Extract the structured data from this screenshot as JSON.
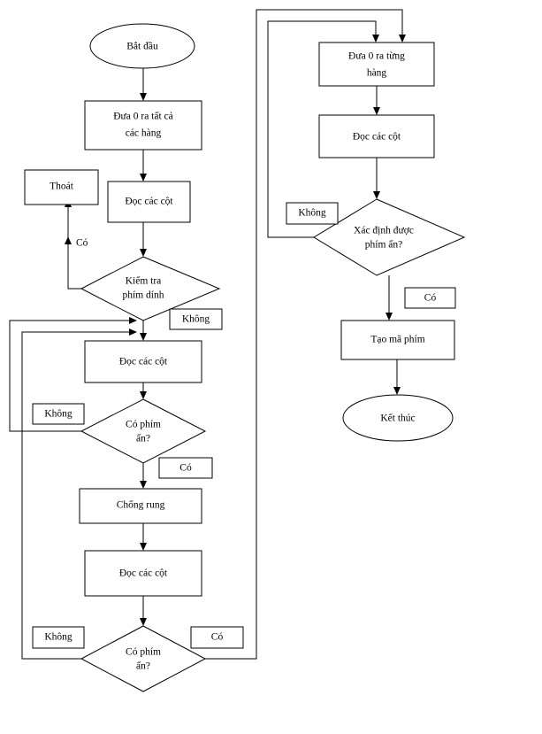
{
  "diagram": {
    "title": "Keyboard scanning flowchart",
    "language": "vi",
    "colors": {
      "background": "#ffffff",
      "stroke": "#000000",
      "text": "#000000",
      "fill": "#ffffff"
    },
    "nodes": {
      "start": {
        "label": "Bắt đầu",
        "shape": "ellipse"
      },
      "zero_all_rows": {
        "line1": "Đưa 0 ra tất cả",
        "line2": "các hàng",
        "shape": "process"
      },
      "read_cols_1": {
        "label": "Đọc các cột",
        "shape": "process"
      },
      "exit": {
        "label": "Thoát",
        "shape": "process"
      },
      "check_stuck_key": {
        "line1": "Kiểm       tra",
        "line2": "phím dính",
        "shape": "decision"
      },
      "read_cols_2": {
        "label": "Đọc các cột",
        "shape": "process"
      },
      "key_pressed_1": {
        "line1": "Có phím",
        "line2": "ấn?",
        "shape": "decision"
      },
      "debounce": {
        "label": "Chống rung",
        "shape": "process"
      },
      "read_cols_3": {
        "label": "Đọc các cột",
        "shape": "process"
      },
      "key_pressed_2": {
        "line1": "Có phím",
        "line2": "ấn?",
        "shape": "decision"
      },
      "zero_each_row": {
        "line1": "Đưa 0 ra từng",
        "line2": "hàng",
        "shape": "process"
      },
      "read_cols_4": {
        "label": "Đọc các cột",
        "shape": "process"
      },
      "identify_key": {
        "line1": "Xác định được",
        "line2": "phím ấn?",
        "shape": "decision"
      },
      "make_keycode": {
        "label": "Tạo mã phím",
        "shape": "process"
      },
      "end": {
        "label": "Kết thúc",
        "shape": "ellipse"
      }
    },
    "edge_labels": {
      "stuck_yes": "Có",
      "stuck_no": "Không",
      "pressed1_no": "Không",
      "pressed1_yes": "Có",
      "pressed2_no": "Không",
      "pressed2_yes": "Có",
      "identify_no": "Không",
      "identify_yes": "Có"
    }
  }
}
